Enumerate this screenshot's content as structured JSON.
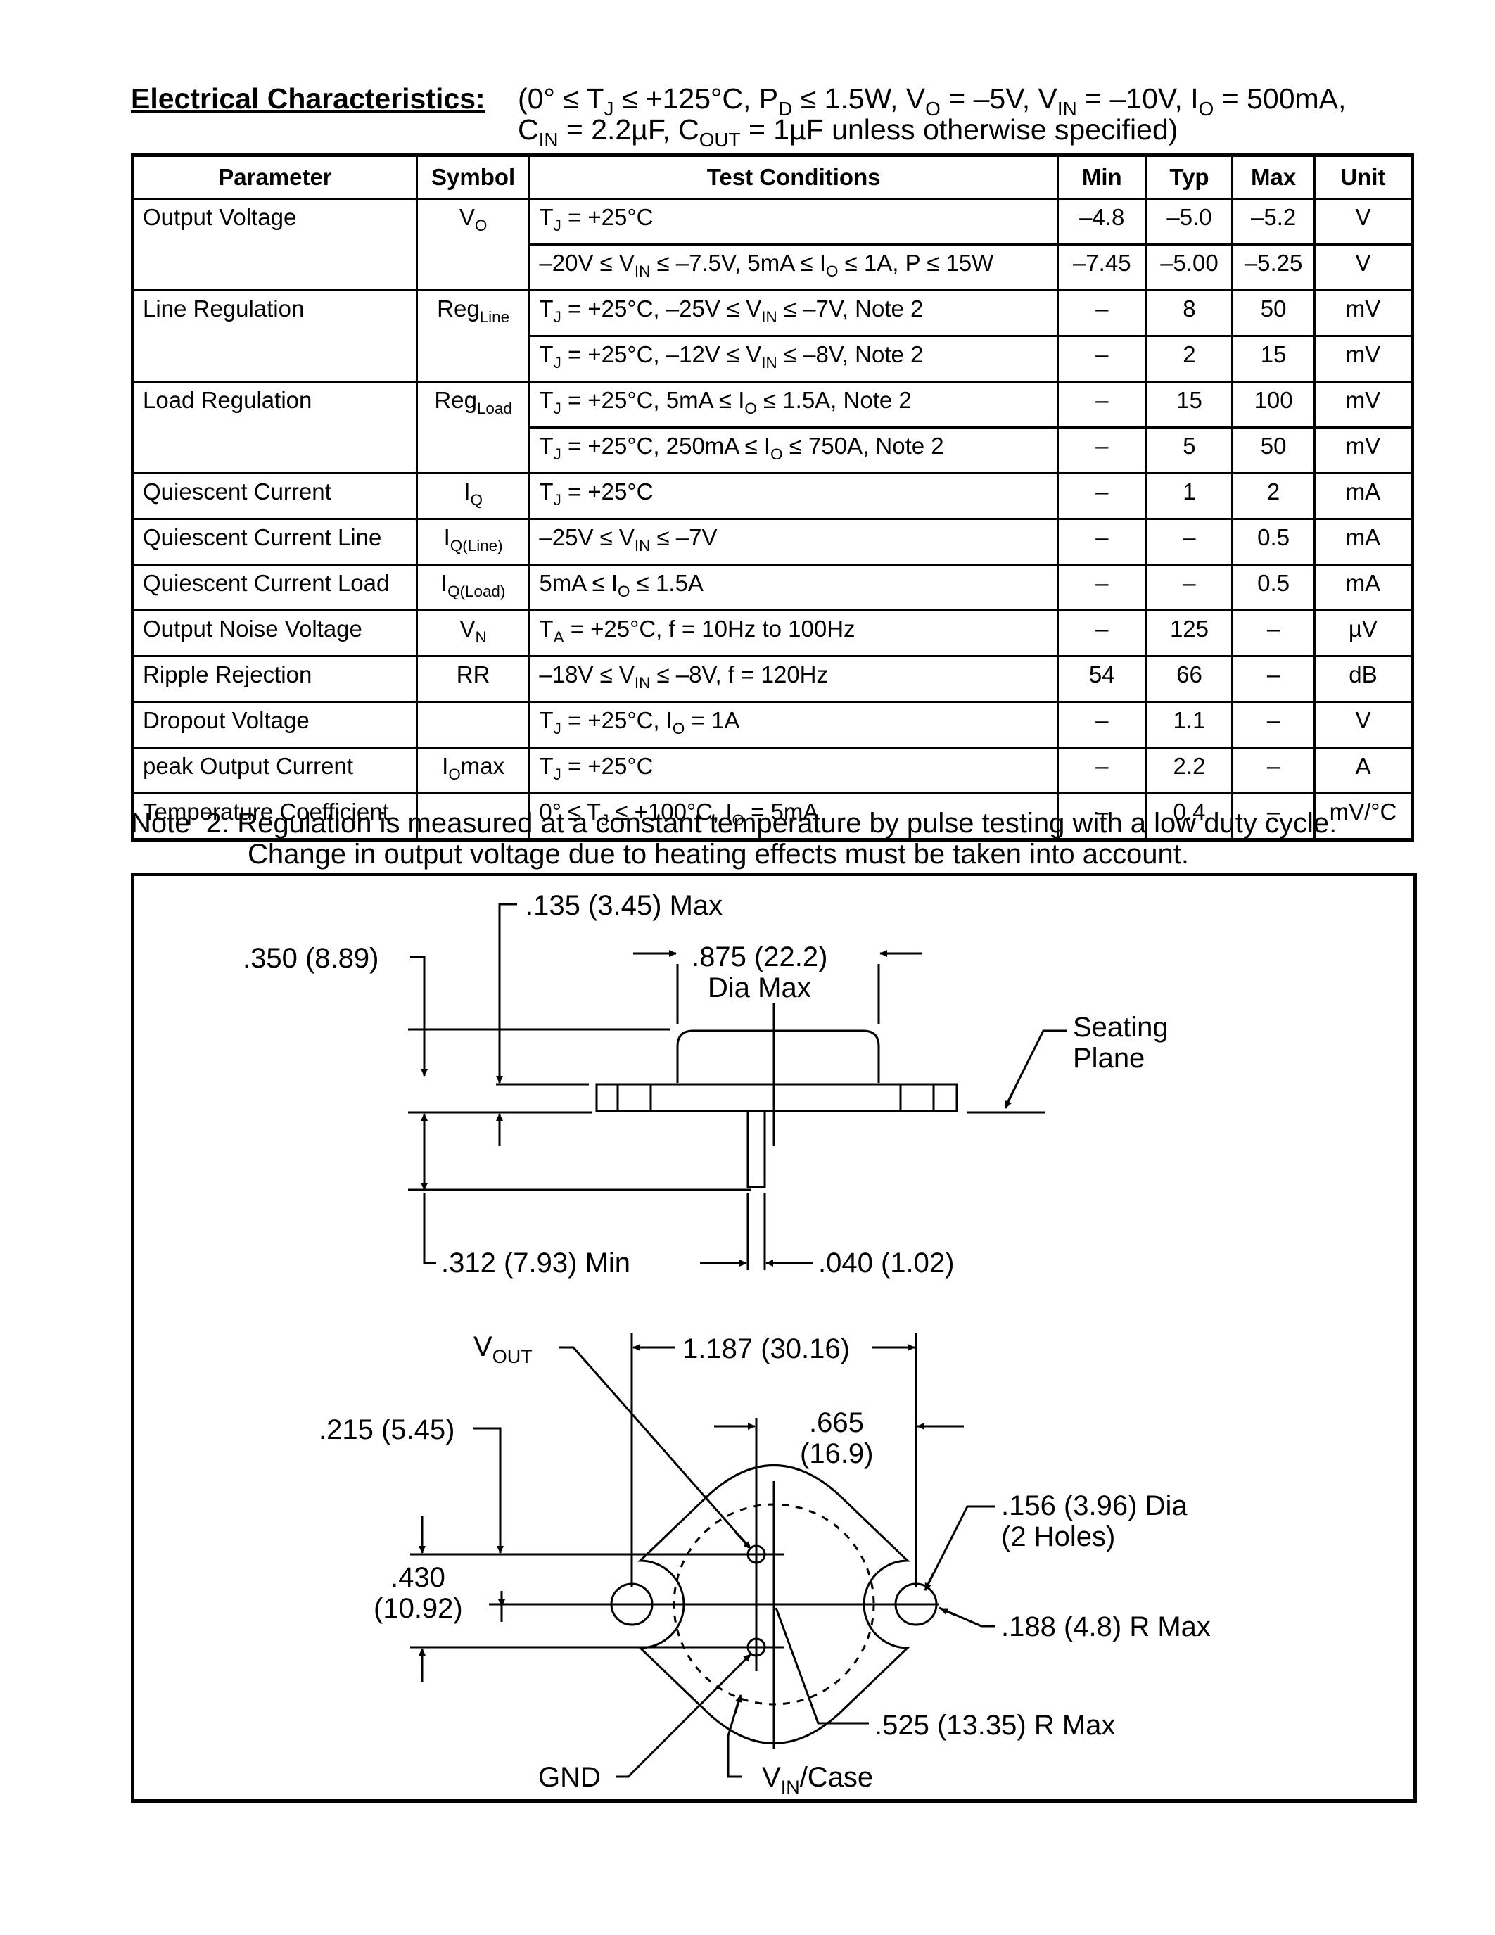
{
  "heading": {
    "label": "Electrical Characteristics:",
    "cond_line1": "(0° ≤ TJ ≤ +125°C, PD ≤ 1.5W, VO = –5V, VIN = –10V, IO = 500mA,",
    "cond_line2": "CIN = 2.2µF, COUT = 1µF unless otherwise specified)"
  },
  "table": {
    "headers": [
      "Parameter",
      "Symbol",
      "Test Conditions",
      "Min",
      "Typ",
      "Max",
      "Unit"
    ],
    "rows": [
      {
        "param": "Output Voltage",
        "symbol": "VO",
        "cond": "TJ = +25°C",
        "min": "–4.8",
        "typ": "–5.0",
        "max": "–5.2",
        "unit": "V"
      },
      {
        "cond": "–20V ≤ VIN ≤ –7.5V, 5mA ≤ IO ≤ 1A, P ≤ 15W",
        "min": "–7.45",
        "typ": "–5.00",
        "max": "–5.25",
        "unit": "V"
      },
      {
        "param": "Line Regulation",
        "symbol": "RegLine",
        "cond": "TJ = +25°C, –25V ≤ VIN ≤ –7V, Note 2",
        "min": "–",
        "typ": "8",
        "max": "50",
        "unit": "mV"
      },
      {
        "cond": "TJ = +25°C, –12V ≤ VIN ≤ –8V, Note 2",
        "min": "–",
        "typ": "2",
        "max": "15",
        "unit": "mV"
      },
      {
        "param": "Load Regulation",
        "symbol": "RegLoad",
        "cond": "TJ = +25°C, 5mA ≤ IO ≤ 1.5A, Note 2",
        "min": "–",
        "typ": "15",
        "max": "100",
        "unit": "mV"
      },
      {
        "cond": "TJ = +25°C, 250mA ≤ IO ≤ 750A, Note 2",
        "min": "–",
        "typ": "5",
        "max": "50",
        "unit": "mV"
      },
      {
        "param": "Quiescent Current",
        "symbol": "IQ",
        "cond": "TJ = +25°C",
        "min": "–",
        "typ": "1",
        "max": "2",
        "unit": "mA"
      },
      {
        "param": "Quiescent Current Line",
        "symbol": "IQ(Line)",
        "cond": "–25V ≤ VIN ≤ –7V",
        "min": "–",
        "typ": "–",
        "max": "0.5",
        "unit": "mA"
      },
      {
        "param": "Quiescent Current Load",
        "symbol": "IQ(Load)",
        "cond": "5mA ≤ IO ≤ 1.5A",
        "min": "–",
        "typ": "–",
        "max": "0.5",
        "unit": "mA"
      },
      {
        "param": "Output Noise Voltage",
        "symbol": "VN",
        "cond": "TA = +25°C, f = 10Hz to 100Hz",
        "min": "–",
        "typ": "125",
        "max": "–",
        "unit": "µV"
      },
      {
        "param": "Ripple Rejection",
        "symbol": "RR",
        "cond": "–18V ≤ VIN ≤ –8V, f = 120Hz",
        "min": "54",
        "typ": "66",
        "max": "–",
        "unit": "dB"
      },
      {
        "param": "Dropout Voltage",
        "symbol": "",
        "cond": "TJ = +25°C, IO = 1A",
        "min": "–",
        "typ": "1.1",
        "max": "–",
        "unit": "V"
      },
      {
        "param": "peak Output Current",
        "symbol": "IOmax",
        "cond": "TJ = +25°C",
        "min": "–",
        "typ": "2.2",
        "max": "–",
        "unit": "A"
      },
      {
        "param": "Temperature Coefficient",
        "symbol": "",
        "cond": "0° ≤ TJ ≤ +100°C, IO = 5mA",
        "min": "–",
        "typ": "0.4",
        "max": "–",
        "unit": "mV/°C"
      }
    ]
  },
  "note": {
    "line1": "Note  2. Regulation is measured at a constant temperature by pulse testing with a low duty cycle.",
    "line2": "Change in output voltage due to heating effects must be taken into account."
  },
  "diagram": {
    "side": {
      "d135": ".135 (3.45) Max",
      "d350": ".350 (8.89)",
      "d875a": ".875 (22.2)",
      "d875b": "Dia Max",
      "seat1": "Seating",
      "seat2": "Plane",
      "d312": ".312 (7.93) Min",
      "d040": ".040 (1.02)"
    },
    "bottom": {
      "vout": "VOUT",
      "d1187": "1.187 (30.16)",
      "d215": ".215 (5.45)",
      "d665a": ".665",
      "d665b": "(16.9)",
      "d156a": ".156 (3.96) Dia",
      "d156b": "(2 Holes)",
      "d430a": ".430",
      "d430b": "(10.92)",
      "d188": ".188 (4.8) R Max",
      "d525": ".525 (13.35) R Max",
      "gnd": "GND",
      "vin": "VIN/Case"
    }
  }
}
